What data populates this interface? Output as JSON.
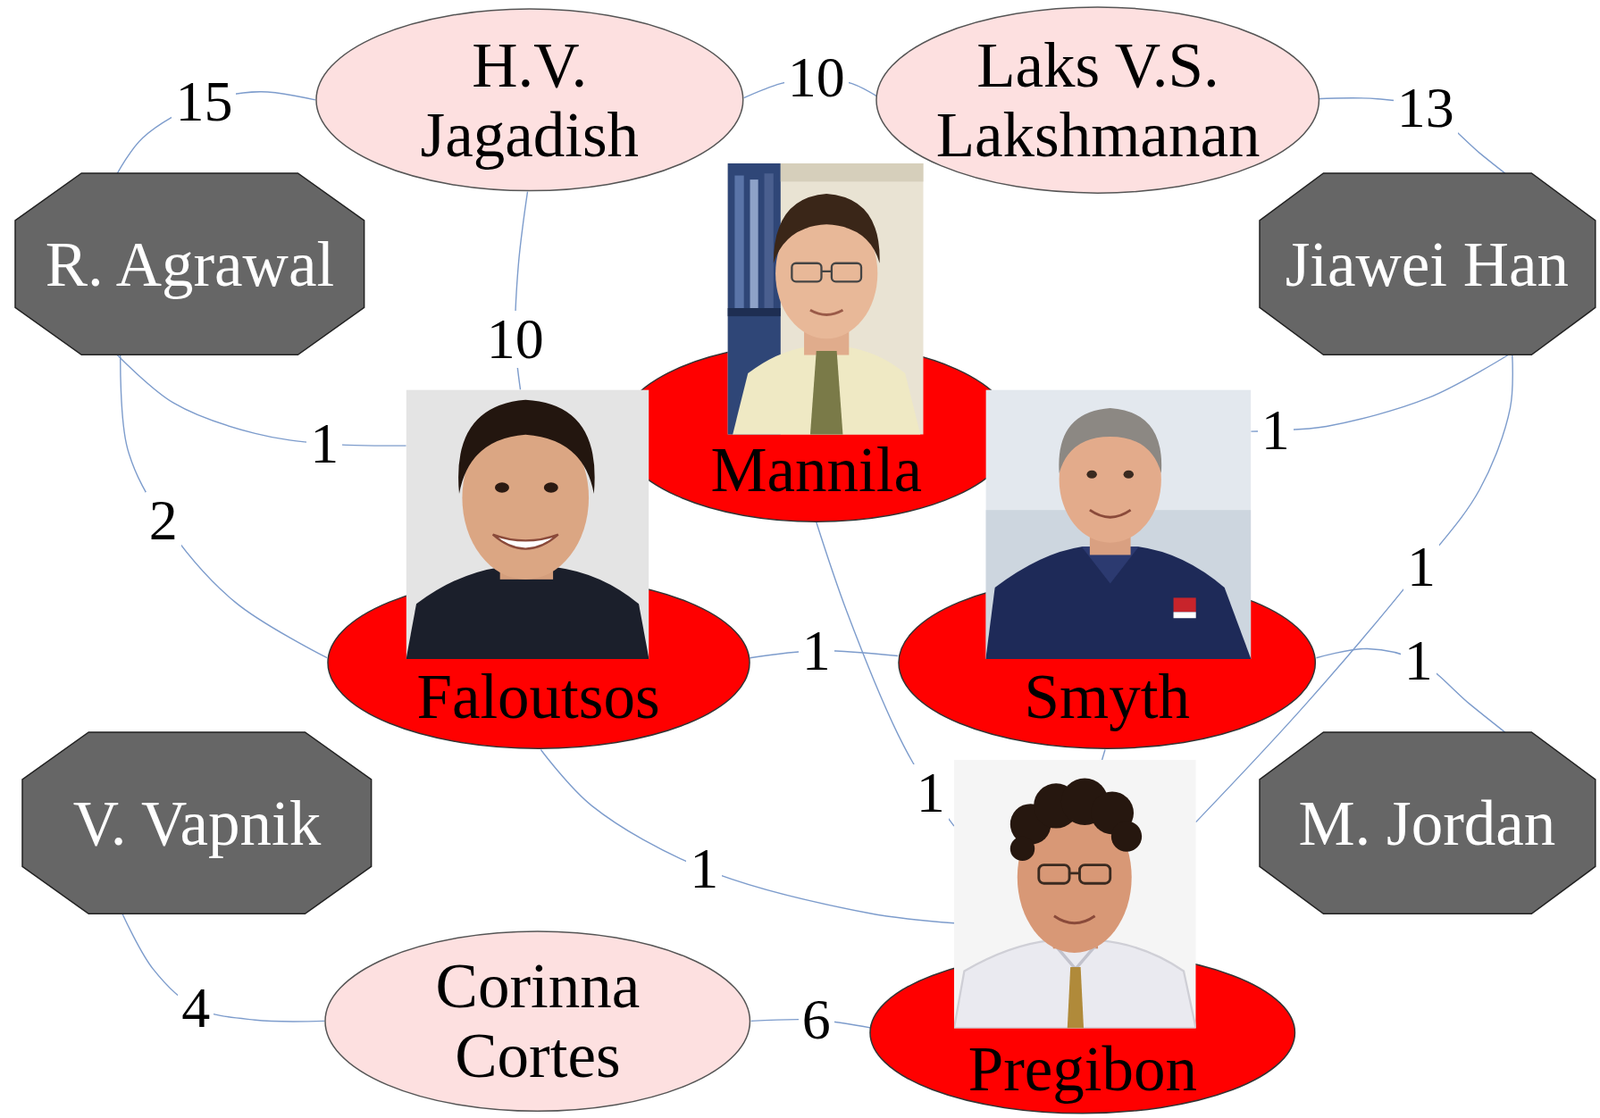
{
  "diagram": {
    "nodes": [
      {
        "text": [
          "H.V. Jagadish"
        ]
      },
      {
        "text": [
          "Laks V.S. Lakshmanan"
        ]
      },
      {
        "text": [
          "R. Agrawal"
        ]
      },
      {
        "text": [
          "Jiawei Han"
        ]
      },
      {
        "text": [
          "Mannila"
        ]
      },
      {
        "text": [
          "Faloutsos"
        ]
      },
      {
        "text": [
          "Smyth"
        ]
      },
      {
        "text": [
          "V. Vapnik"
        ]
      },
      {
        "text": [
          "M. Jordan"
        ]
      },
      {
        "text": [
          "Corinna Cortes"
        ]
      },
      {
        "text": [
          "Pregibon"
        ]
      }
    ],
    "edges": [
      {
        "from": 2,
        "to": 0,
        "arrow": "none",
        "label": "15"
      },
      {
        "from": 0,
        "to": 1,
        "arrow": "none",
        "label": "10"
      },
      {
        "from": 1,
        "to": 3,
        "arrow": "none",
        "label": "13"
      },
      {
        "from": 0,
        "to": 5,
        "arrow": "none",
        "label": "10"
      },
      {
        "from": 2,
        "to": 5,
        "arrow": "none",
        "label": "1"
      },
      {
        "from": 2,
        "to": 5,
        "arrow": "none",
        "label": "2"
      },
      {
        "from": 3,
        "to": 6,
        "arrow": "none",
        "label": "1"
      },
      {
        "from": 3,
        "to": 10,
        "arrow": "none",
        "label": "1"
      },
      {
        "from": 5,
        "to": 6,
        "arrow": "none",
        "label": "1"
      },
      {
        "from": 6,
        "to": 8,
        "arrow": "none",
        "label": "1"
      },
      {
        "from": 4,
        "to": 10,
        "arrow": "none",
        "label": "1"
      },
      {
        "from": 5,
        "to": 10,
        "arrow": "none",
        "label": "1"
      },
      {
        "from": 6,
        "to": 10,
        "arrow": "none"
      },
      {
        "from": 7,
        "to": 9,
        "arrow": "none",
        "label": "4"
      },
      {
        "from": 9,
        "to": 10,
        "arrow": "none",
        "label": "6"
      }
    ]
  }
}
